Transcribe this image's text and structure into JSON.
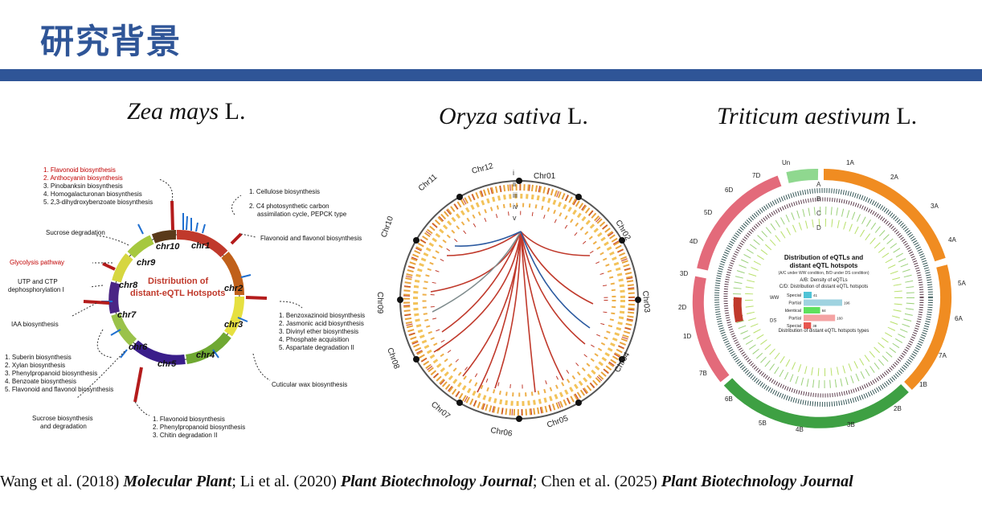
{
  "header": {
    "title": "研究背景",
    "accent": "#2f5597"
  },
  "species": [
    {
      "genus": "Zea mays",
      "author": "L."
    },
    {
      "genus": "Oryza sativa",
      "author": "L."
    },
    {
      "genus": "Triticum aestivum",
      "author": "L."
    }
  ],
  "maize": {
    "center_title_1": "Distribution of",
    "center_title_2": "distant-eQTL Hotspots",
    "chromosomes": [
      "chr1",
      "chr2",
      "chr3",
      "chr4",
      "chr5",
      "chr6",
      "chr7",
      "chr8",
      "chr9",
      "chr10"
    ],
    "ann_top_left": {
      "red1": "1. Flavonoid biosynthesis",
      "red2": "2. Anthocyanin biosynthesis",
      "l3": "3. Pinobanksin biosynthesis",
      "l4": "4. Homogalacturonan biosynthesis",
      "l5": "5. 2,3-dihydroxybenzoate biosynthesis"
    },
    "ann_cellulose": "1. Cellulose biosynthesis",
    "ann_c4_1": "2. C4 photosynthetic carbon",
    "ann_c4_2": "assimilation cycle, PEPCK type",
    "ann_flavonol": "Flavonoid and flavonol biosynthesis",
    "ann_sucrose_deg": "Sucrose degradation",
    "ann_glycolysis": "Glycolysis pathway",
    "ann_utp_1": "UTP and CTP",
    "ann_utp_2": "dephosphorylation I",
    "ann_iaa": "IAA biosynthesis",
    "ann_right": [
      "1. Benzoxazinoid biosynthesis",
      "2. Jasmonic acid biosynthesis",
      "3. Divinyl ether biosynthesis",
      "4. Phosphate acquisition",
      "5. Aspartate degradation II"
    ],
    "ann_left": [
      "1. Suberin biosynthesis",
      "2. Xylan biosynthesis",
      "3. Phenylpropanoid biosynthesis",
      "4. Benzoate biosynthesis",
      "5. Flavonoid and flavonol biosynthesis"
    ],
    "ann_cuticular": "Cuticular wax biosynthesis",
    "ann_sucrose_bio_1": "Sucrose biosynthesis",
    "ann_sucrose_bio_2": "and degradation",
    "ann_bottom": [
      "1. Flavonoid biosynthesis",
      "2. Phenylpropanoid biosynthesis",
      "3. Chitin degradation II"
    ]
  },
  "rice": {
    "chromosomes": [
      "Chr01",
      "Chr02",
      "Chr03",
      "Chr04",
      "Chr05",
      "Chr06",
      "Chr07",
      "Chr08",
      "Chr09",
      "Chr10",
      "Chr11",
      "Chr12"
    ],
    "track_labels": [
      "i",
      "ii",
      "iii",
      "iv",
      "v"
    ]
  },
  "wheat": {
    "chromosomes": [
      "1A",
      "2A",
      "3A",
      "4A",
      "5A",
      "6A",
      "7A",
      "1B",
      "2B",
      "3B",
      "4B",
      "5B",
      "6B",
      "7B",
      "1D",
      "2D",
      "3D",
      "4D",
      "5D",
      "6D",
      "7D",
      "Un"
    ],
    "track_labels": [
      "A",
      "B",
      "C",
      "D"
    ],
    "center_title_1": "Distribution of eQTLs and",
    "center_title_2": "distant eQTL hotspots",
    "center_sub": "(A/C under WW condition, B/D under DS condition)",
    "center_line1": "A/B: Density of eQTLs",
    "center_line2": "C/D: Distribution of distant eQTL hotspots",
    "bars": [
      {
        "group": "WW",
        "label": "Special",
        "value": "41"
      },
      {
        "group": "",
        "label": "Partial",
        "value": "196"
      },
      {
        "group": "",
        "label": "Identical",
        "value": "84"
      },
      {
        "group": "DS",
        "label": "Partial",
        "value": "160"
      },
      {
        "group": "",
        "label": "Special",
        "value": "38"
      }
    ],
    "bar_colors": [
      "#4fc3d6",
      "#9fd3e0",
      "#5ee05e",
      "#f4a3a3",
      "#e8564f"
    ],
    "footer": "Distribution of distant eQTL hotspots types"
  },
  "citation": {
    "p1": "Wang et al. (2018) ",
    "j1": "Molecular Plant",
    "p2": "; Li et al. (2020) ",
    "j2": "Plant Biotechnology Journal",
    "p3": "; Chen et al. (2025) ",
    "j3": "Plant Biotechnology Journal"
  }
}
